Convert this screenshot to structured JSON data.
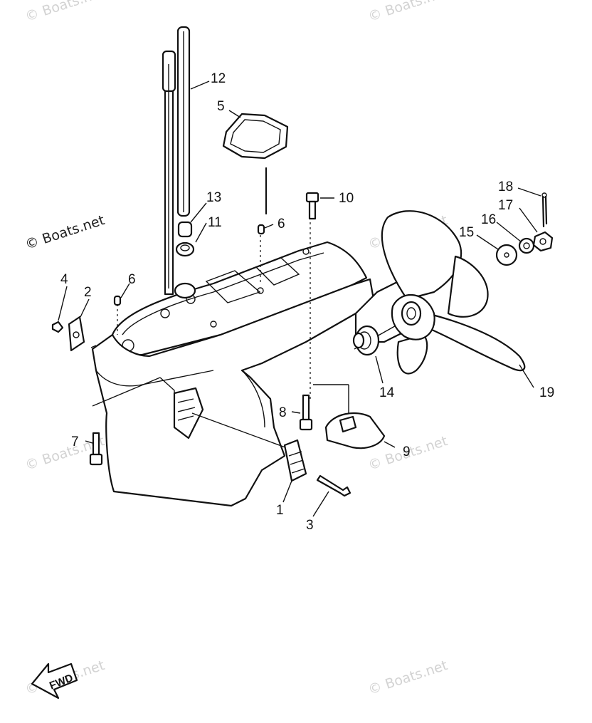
{
  "watermark_text": "© Boats.net",
  "fwd_label": "FWD",
  "callouts": {
    "p1": "1",
    "p2": "2",
    "p3": "3",
    "p4": "4",
    "p5": "5",
    "p6a": "6",
    "p6b": "6",
    "p7": "7",
    "p8": "8",
    "p9": "9",
    "p10": "10",
    "p11": "11",
    "p12": "12",
    "p13": "13",
    "p14": "14",
    "p15": "15",
    "p16": "16",
    "p17": "17",
    "p18": "18",
    "p19": "19"
  },
  "colors": {
    "line": "#111111",
    "watermark": "#d3d3d3",
    "background": "#ffffff"
  }
}
